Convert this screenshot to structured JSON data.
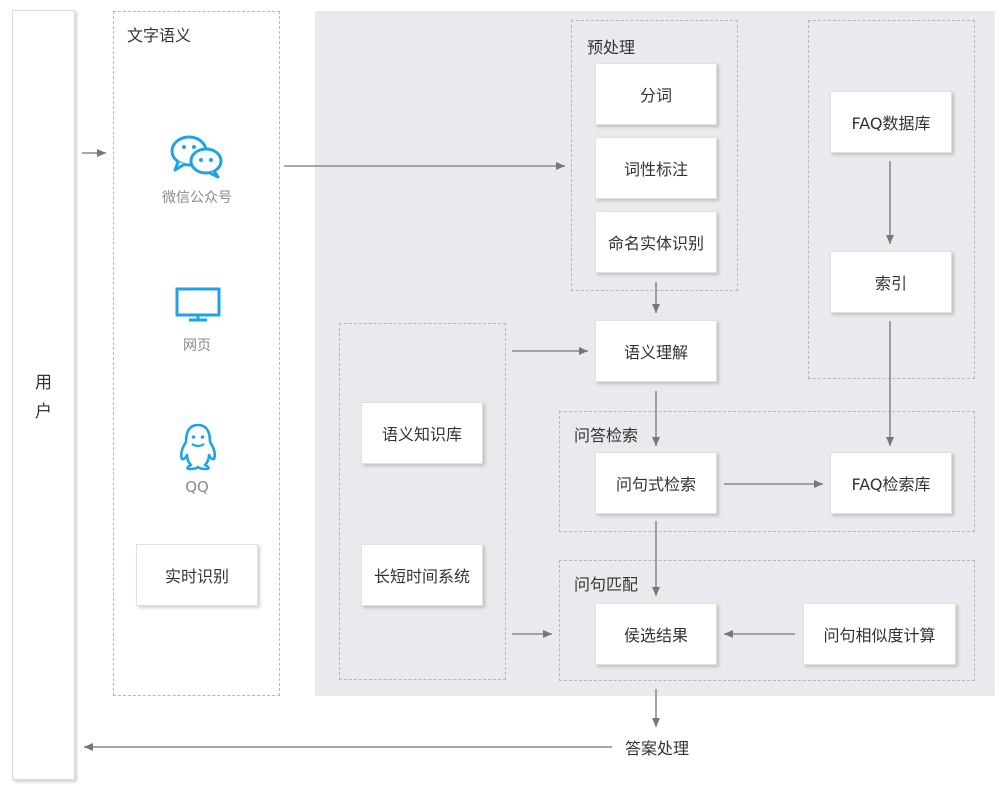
{
  "user": {
    "label_1": "用",
    "label_2": "户"
  },
  "channels": {
    "title": "文字语义",
    "wechat": {
      "label": "微信公众号",
      "icon": "wechat-icon"
    },
    "web": {
      "label": "网页",
      "icon": "monitor-icon"
    },
    "qq": {
      "label": "QQ",
      "icon": "qq-penguin-icon"
    },
    "realtime": "实时识别"
  },
  "preprocess": {
    "title": "预处理",
    "steps": [
      "分词",
      "词性标注",
      "命名实体识别"
    ]
  },
  "faq_db": {
    "database": "FAQ数据库",
    "index": "索引"
  },
  "semantic": "语义理解",
  "knowledge": {
    "kb": "语义知识库",
    "memory": "长短时间系统"
  },
  "qa_search": {
    "title": "问答检索",
    "query": "问句式检索",
    "faq_search": "FAQ检索库"
  },
  "match": {
    "title": "问句匹配",
    "candidates": "侯选结果",
    "similarity": "问句相似度计算"
  },
  "answer": "答案处理",
  "colors": {
    "icon_blue": "#1fa3e6",
    "panel_gray": "#e9eaed",
    "arrow": "#777777",
    "dash": "#b7b7b7"
  }
}
